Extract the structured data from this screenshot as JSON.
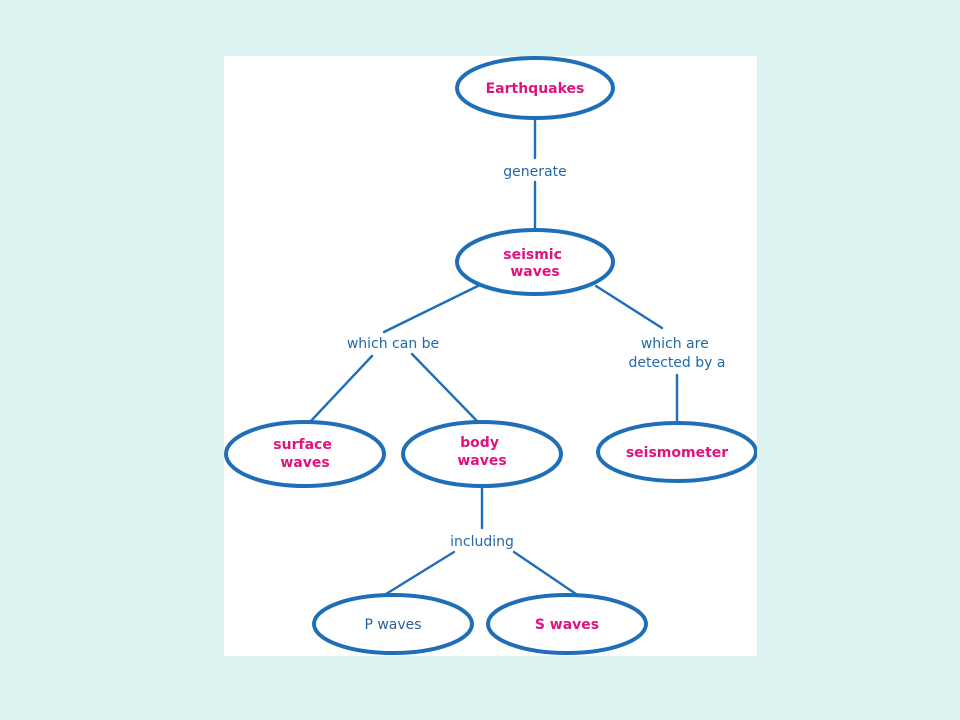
{
  "colors": {
    "background": "#dbf4f1",
    "panel": "#ffffff",
    "outline": "#1f6fb8",
    "concept_text": "#e0137e",
    "plain_text": "#2b5f95",
    "link_text": "#2169a8"
  },
  "nodes": {
    "earthquakes": {
      "lines": [
        "Earthquakes"
      ]
    },
    "seismic_waves": {
      "lines": [
        "seismic",
        "waves"
      ]
    },
    "surface_waves": {
      "lines": [
        "surface",
        "waves"
      ]
    },
    "body_waves": {
      "lines": [
        "body",
        "waves"
      ]
    },
    "seismometer": {
      "lines": [
        "seismometer"
      ]
    },
    "p_waves": {
      "lines": [
        "P waves"
      ]
    },
    "s_waves": {
      "lines": [
        "S waves"
      ]
    }
  },
  "links": {
    "generate": {
      "lines": [
        "generate"
      ]
    },
    "which_can_be": {
      "lines": [
        "which can be"
      ]
    },
    "detected_by": {
      "lines": [
        "which are",
        "detected by a"
      ]
    },
    "including": {
      "lines": [
        "including"
      ]
    }
  }
}
